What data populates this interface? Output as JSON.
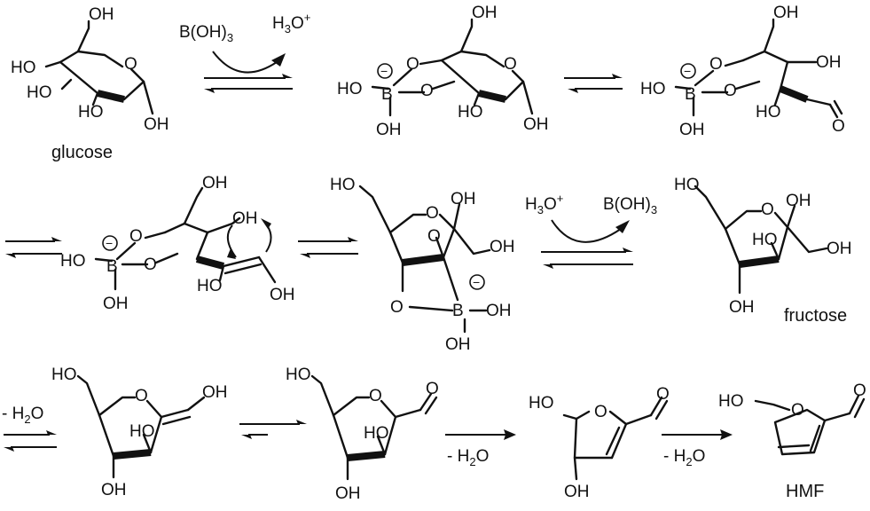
{
  "labels": {
    "oh": "OH",
    "ho": "HO",
    "h": "H",
    "o": "O",
    "b": "B",
    "minus": "−",
    "glucose": "glucose",
    "fructose": "fructose",
    "hmf": "HMF",
    "boric_acid": "B(OH)",
    "boric_sub": "3",
    "hydronium_h": "H",
    "hydronium_sub": "3",
    "hydronium_o": "O",
    "hydronium_plus": "+",
    "minus_h": "- H",
    "water_sub": "2",
    "water_o": "O"
  }
}
